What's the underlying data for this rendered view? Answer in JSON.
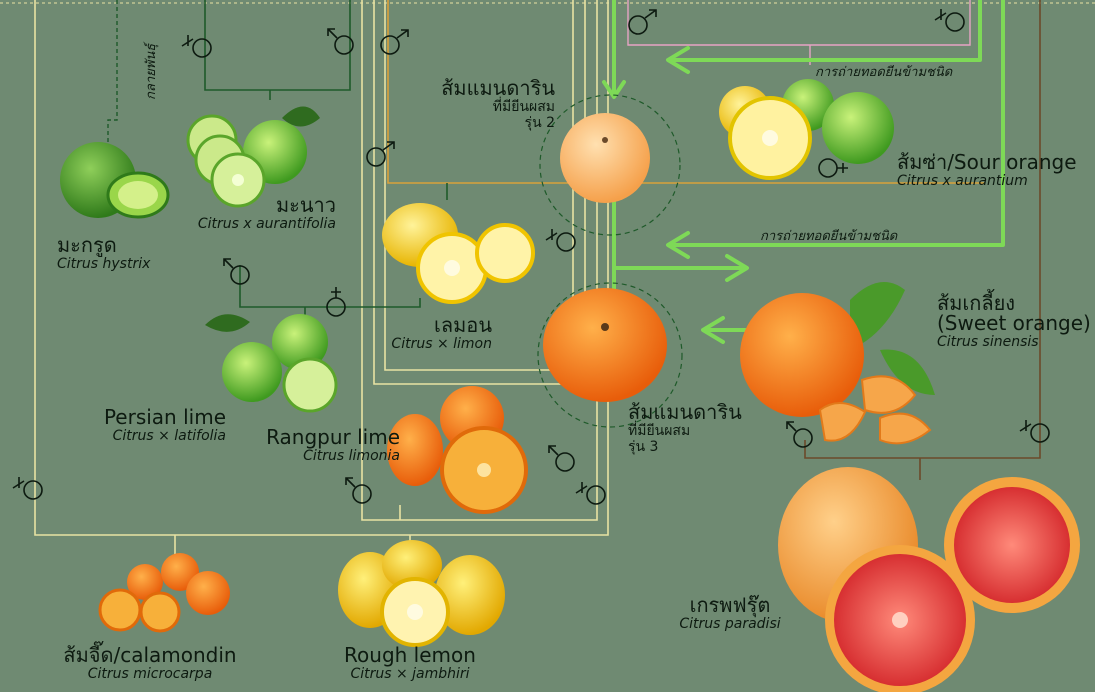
{
  "colors": {
    "background": "#6f8a72",
    "arrow_green": "#7ed957",
    "line_dark_green": "#1f5a2a",
    "line_cream": "#e8e3a3",
    "line_orange": "#d9a13a",
    "line_pink": "#e7a3c4",
    "line_brown": "#6b4a2a"
  },
  "labels": {
    "kaffir": {
      "common": "มะกรูด",
      "sci": "Citrus hystrix"
    },
    "lime": {
      "common": "มะนาว",
      "sci": "Citrus x aurantifolia"
    },
    "persian": {
      "common": "Persian lime",
      "sci": "Citrus × latifolia"
    },
    "rangpur": {
      "common": "Rangpur lime",
      "sci": "Citrus  limonia"
    },
    "lemon": {
      "common": "เลมอน",
      "sci": "Citrus × limon"
    },
    "mandarin2": {
      "line1": "ส้มแมนดาริน",
      "line2": "ที่มียีนผสม",
      "line3": "รุ่น 2"
    },
    "mandarin3": {
      "line1": "ส้มแมนดาริน",
      "line2": "ที่มียีนผสม",
      "line3": "รุ่น 3"
    },
    "sour": {
      "common": "ส้มซ่า/Sour orange",
      "sci": "Citrus x aurantium"
    },
    "sweet": {
      "line1": "ส้มเกลี้ยง",
      "line2": "(Sweet orange)",
      "sci": "Citrus sinensis"
    },
    "grapefruit": {
      "common": "เกรพฟรุ๊ต",
      "sci": "Citrus paradisi"
    },
    "calamondin": {
      "common": "ส้มจี๊ด/calamondin",
      "sci": "Citrus microcarpa"
    },
    "rough": {
      "common": "Rough lemon",
      "sci": "Citrus × jambhiri"
    }
  },
  "notes": {
    "mutation": "กลายพันธุ์",
    "introgression_1": "การถ่ายทอดยีนข้ามชนิด",
    "introgression_2": "การถ่ายทอดยีนข้ามชนิด"
  }
}
